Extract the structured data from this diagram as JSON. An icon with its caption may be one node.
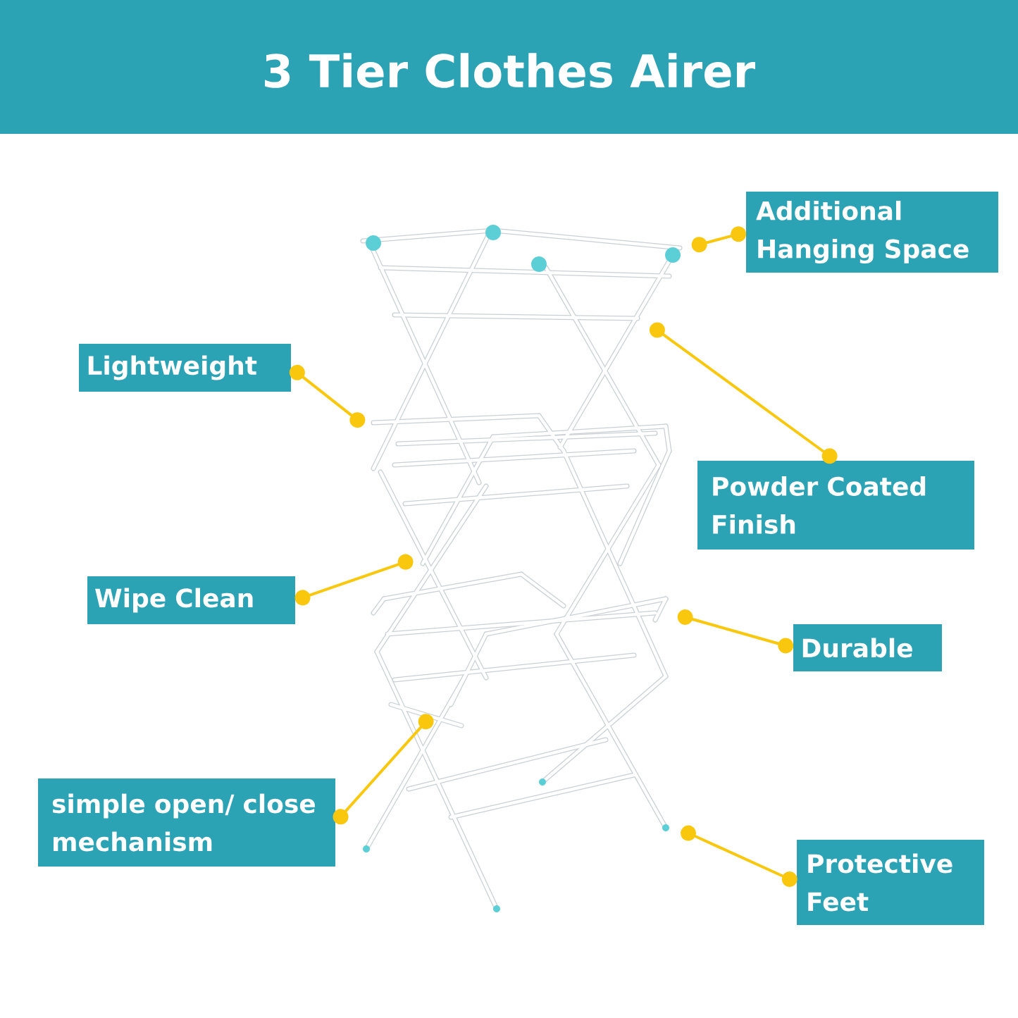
{
  "diagram": {
    "title": "3 Tier Clothes Airer",
    "nodes": [
      {
        "text": [
          "Additional Hanging Space"
        ]
      },
      {
        "text": [
          "Lightweight"
        ]
      },
      {
        "text": [
          "Powder Coated Finish"
        ]
      },
      {
        "text": [
          "Wipe Clean"
        ]
      },
      {
        "text": [
          "Durable"
        ]
      },
      {
        "text": [
          "simple open/ close mechanism"
        ]
      },
      {
        "text": [
          "Protective Feet"
        ]
      }
    ],
    "edges": [
      {
        "from": 0,
        "to": null,
        "arrow": "other"
      },
      {
        "from": 1,
        "to": null,
        "arrow": "other"
      },
      {
        "from": 2,
        "to": null,
        "arrow": "other"
      },
      {
        "from": 3,
        "to": null,
        "arrow": "other"
      },
      {
        "from": 4,
        "to": null,
        "arrow": "other"
      },
      {
        "from": 5,
        "to": null,
        "arrow": "other"
      },
      {
        "from": 6,
        "to": null,
        "arrow": "other"
      }
    ]
  }
}
